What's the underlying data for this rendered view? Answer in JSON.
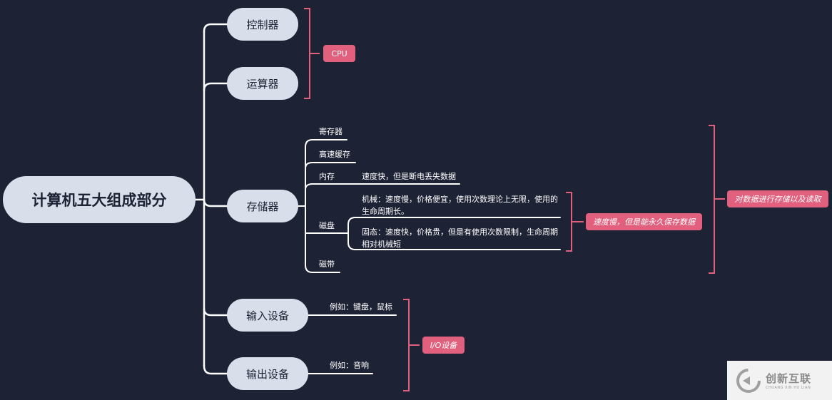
{
  "root": "计算机五大组成部分",
  "branches": {
    "controller": "控制器",
    "alu": "运算器",
    "storage": "存储器",
    "input": "输入设备",
    "output": "输出设备"
  },
  "storage_items": {
    "register": "寄存器",
    "cache": "高速缓存",
    "memory": "内存",
    "memory_note": "速度快，但是断电丢失数据",
    "disk": "磁盘",
    "disk_mech_line1": "机械：速度慢，价格便宜，使用次数理论上无限，使用的",
    "disk_mech_line2": "生命周期长。",
    "disk_ssd_line1": "固态：速度快，价格贵，但是有使用次数限制，生命周期",
    "disk_ssd_line2": "相对机械短",
    "tape": "磁带"
  },
  "io_items": {
    "input_example": "例如：键盘，鼠标",
    "output_example": "例如：音响"
  },
  "tags": {
    "cpu": "CPU",
    "disk_summary": "速度慢，但是能永久保存数据",
    "storage_summary": "对数据进行存储以及读取",
    "io": "I/O设备"
  },
  "watermark": {
    "name_cn": "创新互联",
    "name_en": "CHUANG XIN HU LIAN",
    "logo_icon": "swirl-logo-icon"
  },
  "colors": {
    "background": "#1e2235",
    "node_fill": "#d9dfea",
    "line": "#ffffff",
    "bracket": "#e0607e",
    "tag_fill": "#e0607e"
  }
}
